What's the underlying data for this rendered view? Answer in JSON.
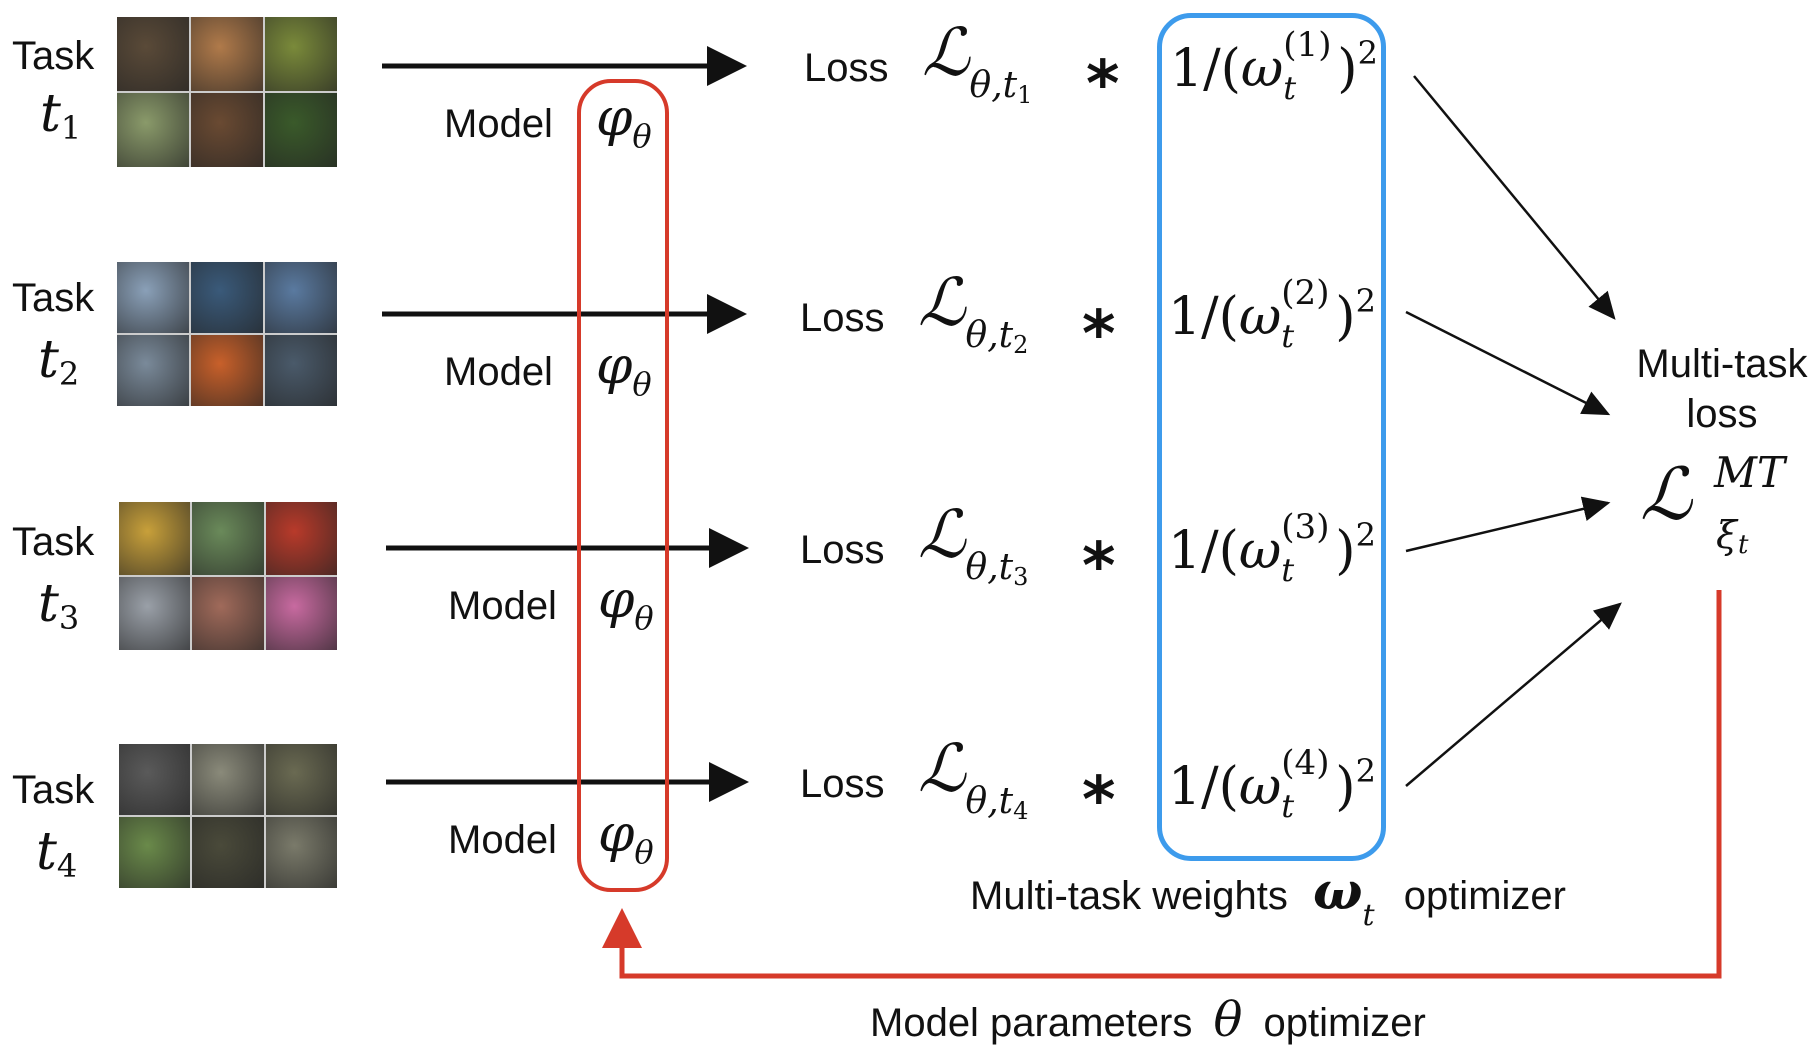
{
  "tasks": [
    {
      "label": "Task",
      "var": "t",
      "index": "1",
      "thumbnail": "fungi-fruit-food-mosaic",
      "tiles": [
        "#5a4a38",
        "#b07a4a",
        "#7a8a3a",
        "#8a9a6a",
        "#6a4a32",
        "#3a5a2a"
      ]
    },
    {
      "label": "Task",
      "var": "t",
      "index": "2",
      "thumbnail": "sea-vessels-lighthouse-mosaic",
      "tiles": [
        "#8aa0b8",
        "#3a5a7a",
        "#5a7aa0",
        "#7a8a9a",
        "#c8602a",
        "#4a5a6a"
      ]
    },
    {
      "label": "Task",
      "var": "t",
      "index": "3",
      "thumbnail": "vehicles-buses-tractors-mosaic",
      "tiles": [
        "#c8a03a",
        "#6a8a5a",
        "#b83a2a",
        "#9aa0a8",
        "#a06a5a",
        "#c86aa0"
      ]
    },
    {
      "label": "Task",
      "var": "t",
      "index": "4",
      "thumbnail": "animals-mosaic",
      "tiles": [
        "#5a5a5a",
        "#8a8a7a",
        "#6a6a52",
        "#6a8a4a",
        "#4a4a3a",
        "#7a7a6a"
      ]
    }
  ],
  "model": {
    "label": "Model",
    "symbol": "φ",
    "sub": "θ"
  },
  "losses": [
    {
      "label": "Loss",
      "symbol": "ℒ",
      "sub_theta": "θ,",
      "sub_t": "t",
      "sub_index": "1"
    },
    {
      "label": "Loss",
      "symbol": "ℒ",
      "sub_theta": "θ,",
      "sub_t": "t",
      "sub_index": "2"
    },
    {
      "label": "Loss",
      "symbol": "ℒ",
      "sub_theta": "θ,",
      "sub_t": "t",
      "sub_index": "3"
    },
    {
      "label": "Loss",
      "symbol": "ℒ",
      "sub_theta": "θ,",
      "sub_t": "t",
      "sub_index": "4"
    }
  ],
  "multiply_symbol": "*",
  "weights": [
    {
      "prefix": "1/(",
      "omega": "ω",
      "sup": "(1)",
      "sub": "t",
      "suffix": ")",
      "power": "2"
    },
    {
      "prefix": "1/(",
      "omega": "ω",
      "sup": "(2)",
      "sub": "t",
      "suffix": ")",
      "power": "2"
    },
    {
      "prefix": "1/(",
      "omega": "ω",
      "sup": "(3)",
      "sub": "t",
      "suffix": ")",
      "power": "2"
    },
    {
      "prefix": "1/(",
      "omega": "ω",
      "sup": "(4)",
      "sub": "t",
      "suffix": ")",
      "power": "2"
    }
  ],
  "multitask_loss": {
    "line1": "Multi-task",
    "line2": "loss",
    "symbol": "ℒ",
    "sup": "MT",
    "sub_xi": "ξ",
    "sub_t": "t"
  },
  "weights_optimizer": {
    "before": "Multi-task weights",
    "symbol": "ω",
    "sub": "t",
    "after": "optimizer"
  },
  "model_optimizer": {
    "before": "Model parameters",
    "symbol": "θ",
    "after": "optimizer"
  },
  "colors": {
    "model_box": "#d63a2a",
    "weights_box": "#3d9bec",
    "feedback_arrow": "#d63a2a",
    "arrows": "#111111"
  }
}
